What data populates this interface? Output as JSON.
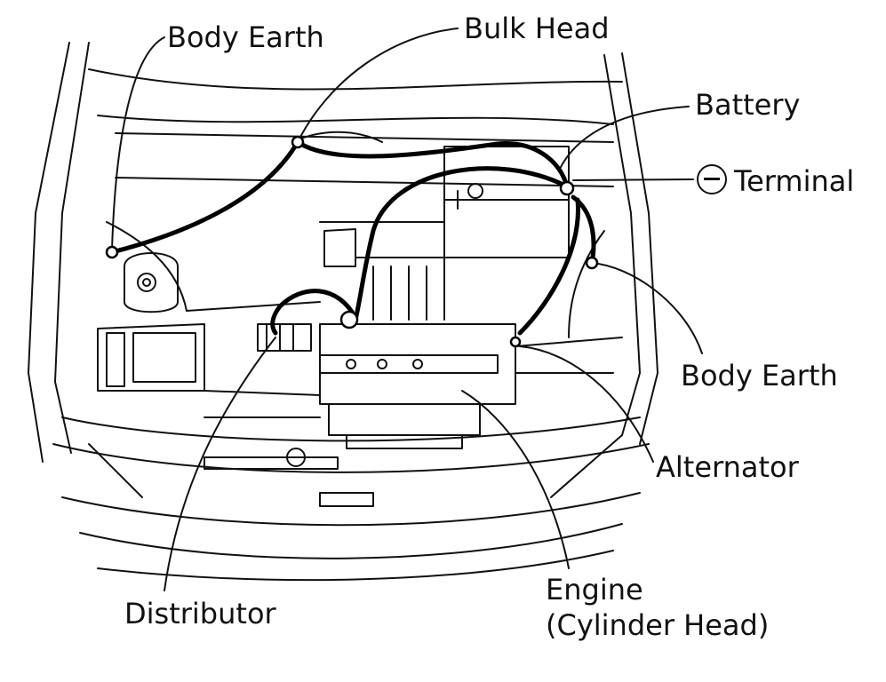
{
  "labels": {
    "body_earth_top": "Body Earth",
    "bulk_head": "Bulk Head",
    "battery": "Battery",
    "terminal": "Terminal",
    "terminal_symbol": "minus-circle-icon",
    "body_earth_right": "Body Earth",
    "alternator": "Alternator",
    "engine_line1": "Engine",
    "engine_line2": "(Cylinder Head)",
    "distributor": "Distributor"
  },
  "colors": {
    "line": "#111111",
    "cable": "#000000",
    "background": "#ffffff"
  }
}
